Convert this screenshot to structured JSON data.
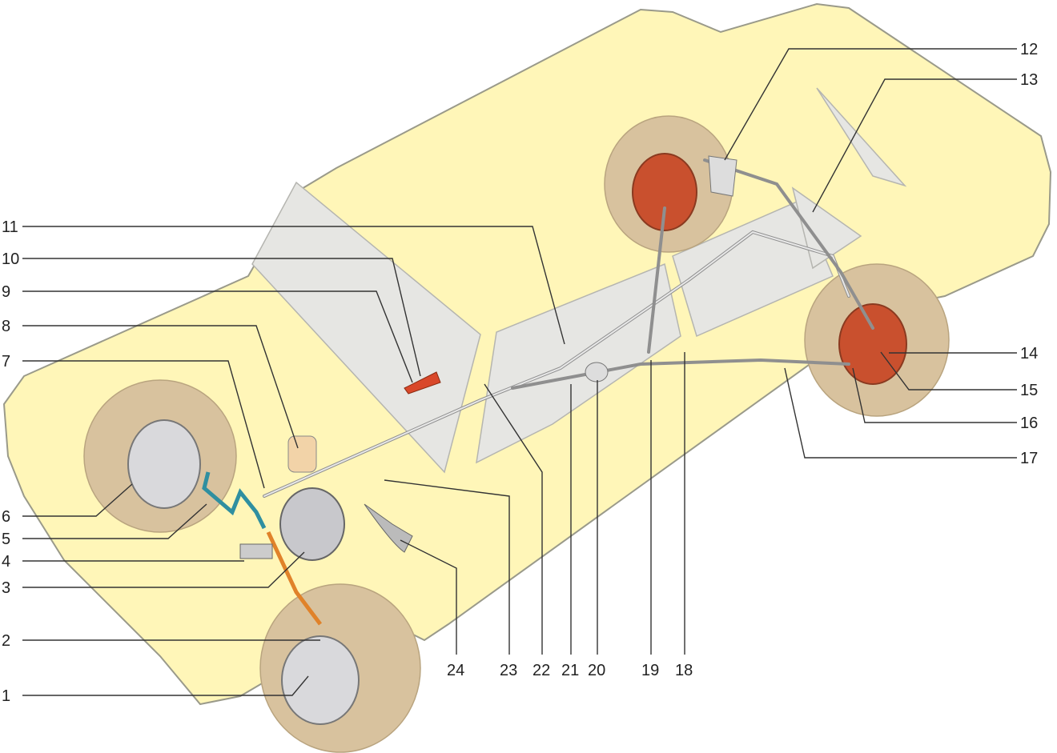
{
  "callouts": [
    "1",
    "2",
    "3",
    "4",
    "5",
    "6",
    "7",
    "8",
    "9",
    "10",
    "11",
    "12",
    "13",
    "14",
    "15",
    "16",
    "17",
    "18",
    "19",
    "20",
    "21",
    "22",
    "23",
    "24"
  ],
  "colors": {
    "body": "#FFF6B8",
    "tire": "#D8C29E",
    "window": "#E6E6E3",
    "brake_drum": "#C9502E",
    "handle": "#D9482A",
    "front_hose": "#2F8FA0",
    "rear_hose": "#E0822A"
  }
}
